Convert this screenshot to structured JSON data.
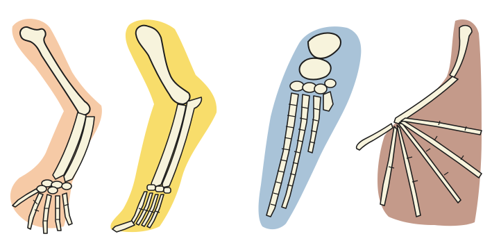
{
  "panels": [
    {
      "id": "human-arm",
      "silhouette_color": "#f6caa6"
    },
    {
      "id": "cat-leg",
      "silhouette_color": "#f8dd6b"
    },
    {
      "id": "whale-flipper",
      "silhouette_color": "#a9c3d8"
    },
    {
      "id": "bat-wing",
      "silhouette_color": "#c49a8a"
    }
  ],
  "colors": {
    "background": "#ffffff",
    "bone_fill": "#f7f3dc",
    "bone_outline": "#1e1e1e"
  }
}
